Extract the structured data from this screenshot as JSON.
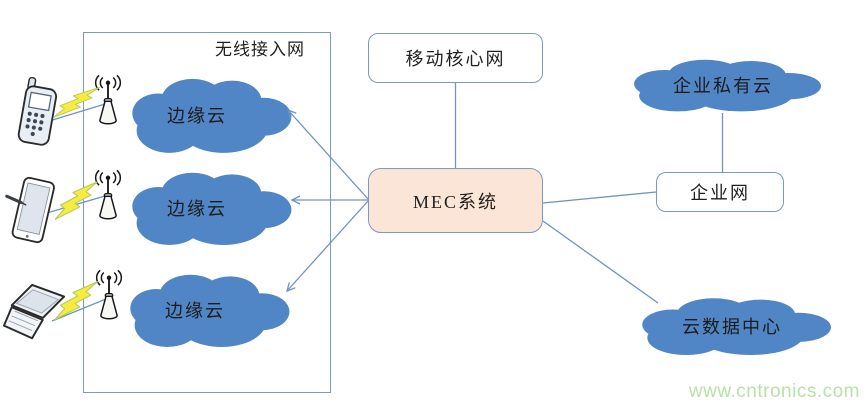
{
  "theme": {
    "cloud_fill": "#5086c6",
    "line_color": "#6f93c4",
    "box_border": "#7a99c5",
    "mec_fill": "#fbe5d6",
    "text_color": "#1f1f1f",
    "watermark_color": "#b7e2a6",
    "bolt_fill": "#f5ec3e",
    "bolt_stroke": "#b9c95c"
  },
  "nodes": {
    "ran_label": "无线接入网",
    "edge_clouds": [
      "边缘云",
      "边缘云",
      "边缘云"
    ],
    "core_network": "移动核心网",
    "mec_system": "MEC系统",
    "enterprise_private_cloud": "企业私有云",
    "enterprise_network": "企业网",
    "cloud_data_center": "云数据中心"
  },
  "icons": {
    "devices": [
      "mobile-phone-icon",
      "tablet-icon",
      "laptop-icon"
    ],
    "base_station": "antenna-icon",
    "wireless_link": "lightning-bolt-icon"
  },
  "watermark": "www.cntronics.com"
}
